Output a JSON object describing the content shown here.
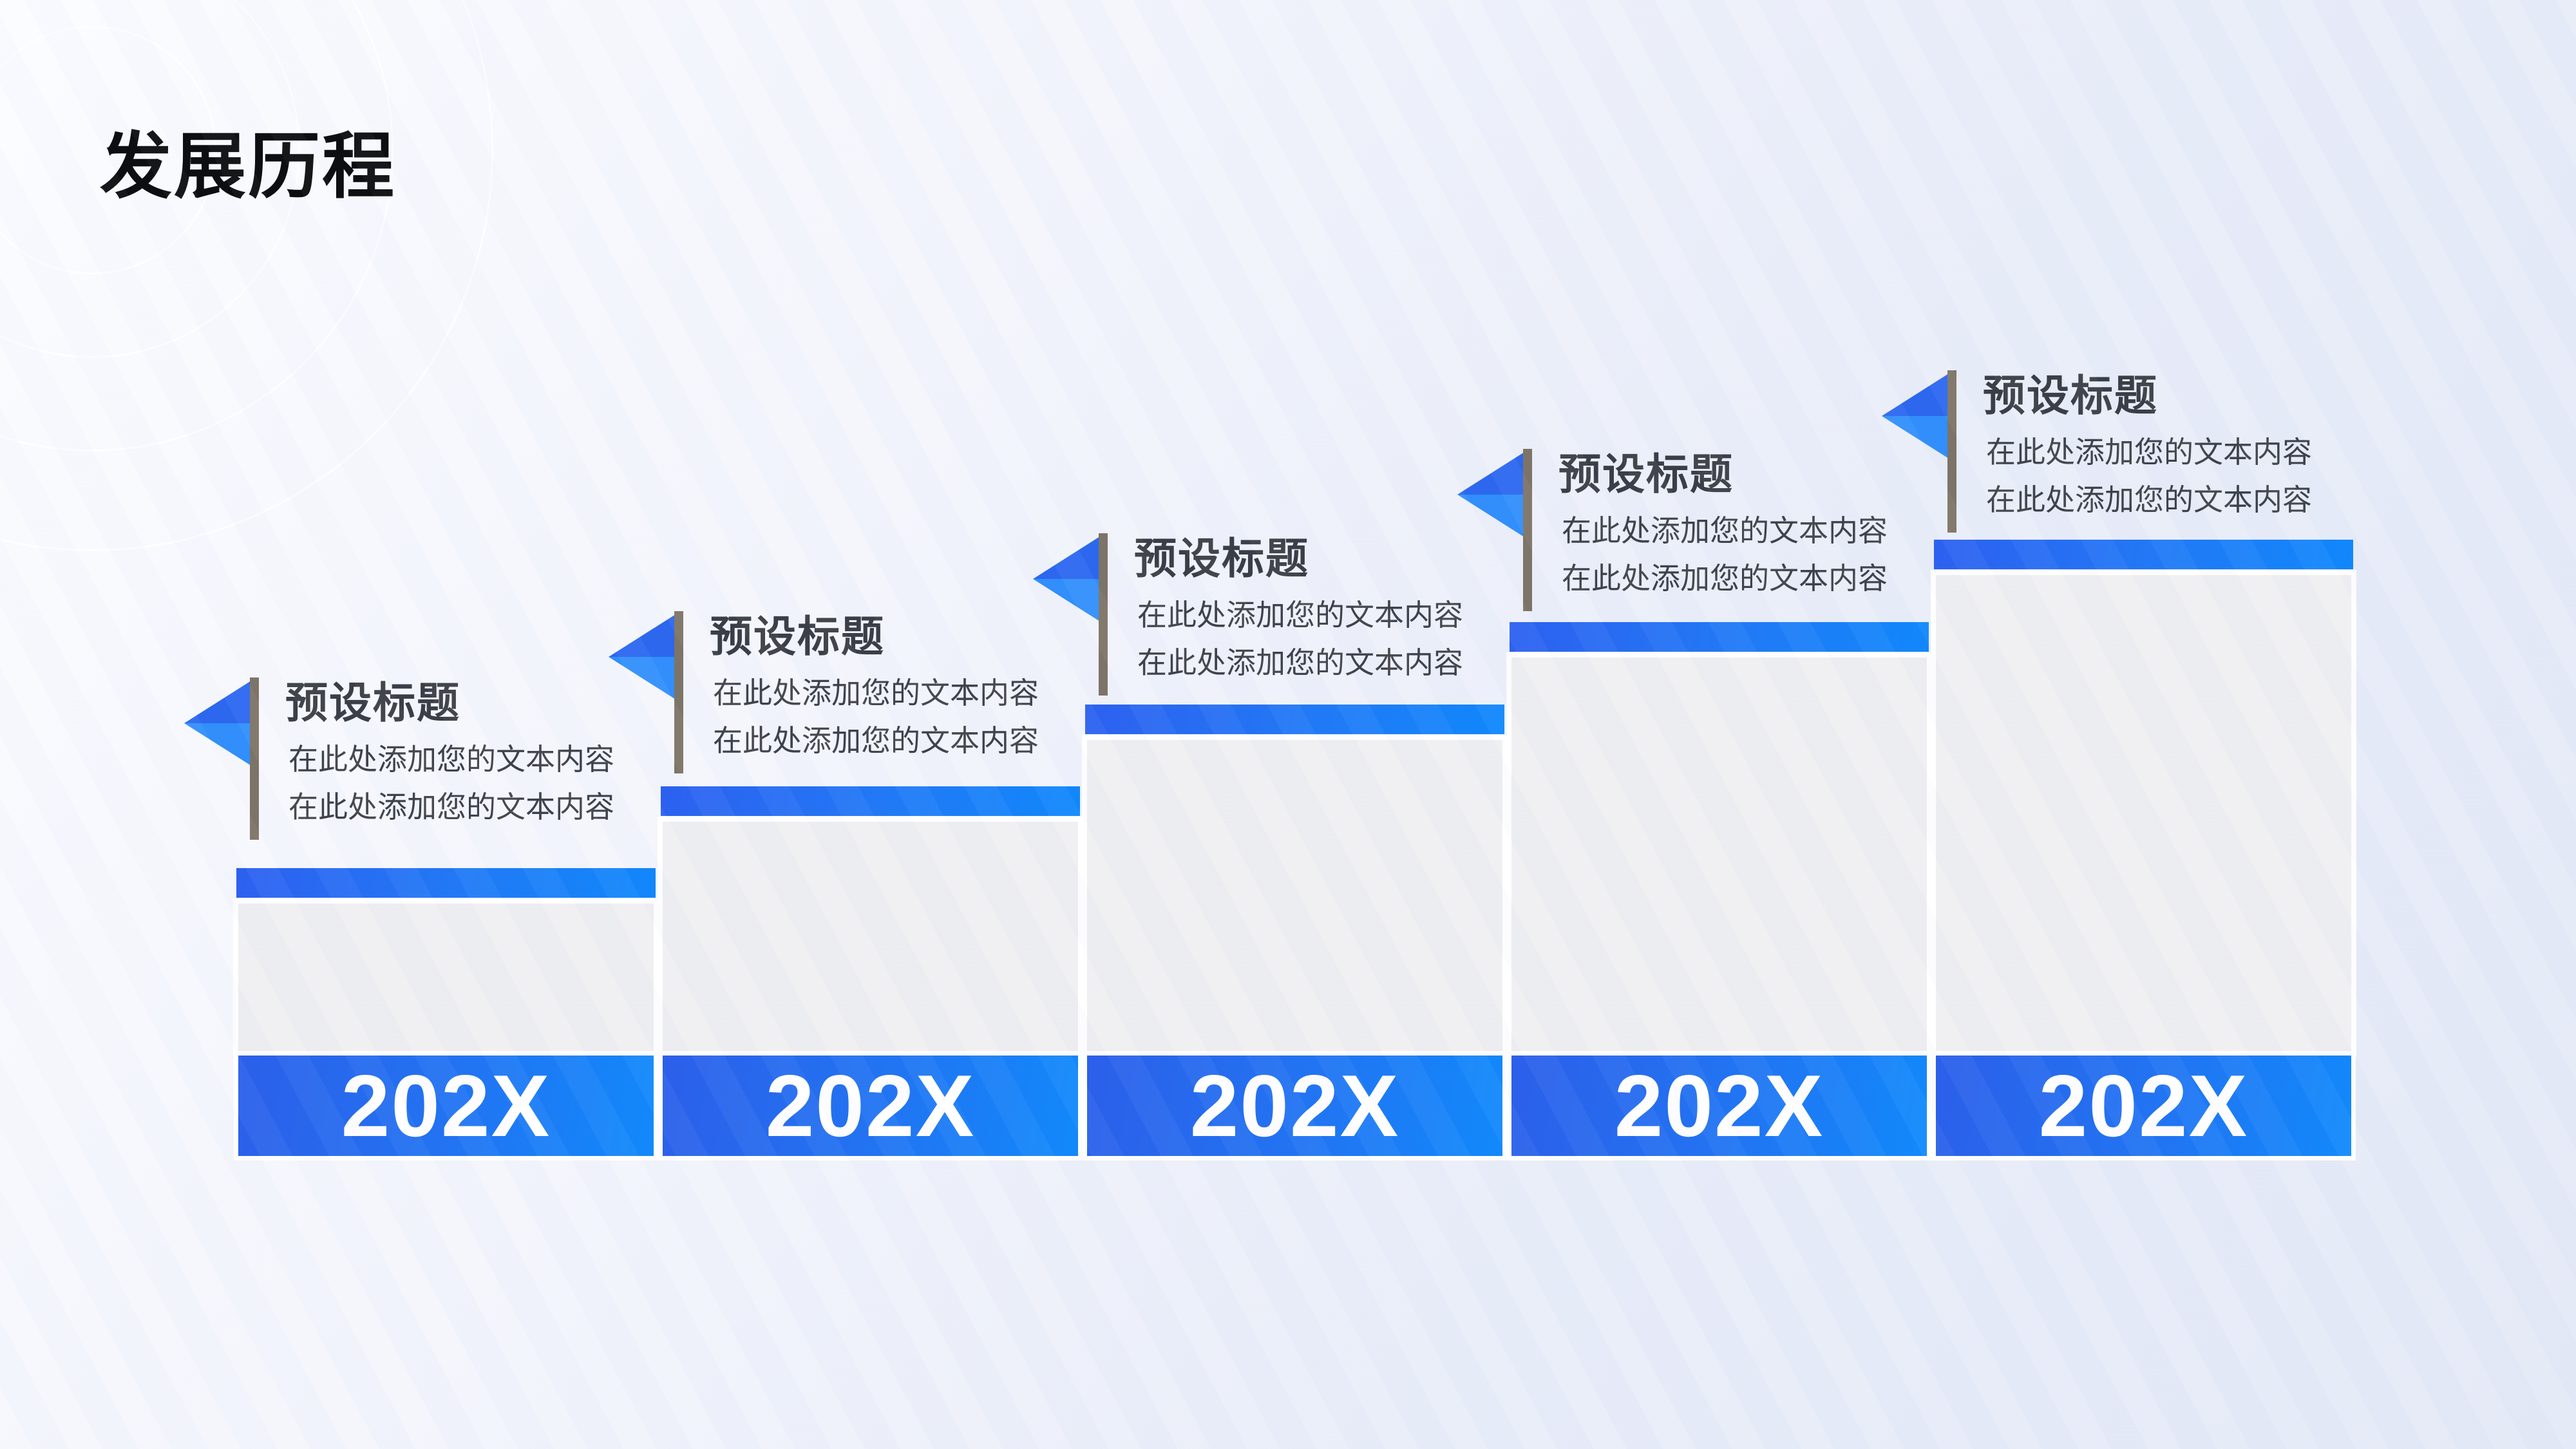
{
  "page": {
    "title": "发展历程"
  },
  "colors": {
    "background_start": "#fbfcff",
    "background_end": "#e4e9f7",
    "band_gradient_start": "#2a5eea",
    "band_gradient_end": "#0f89fc",
    "cap_gradient_start": "#2b5ff0",
    "cap_gradient_end": "#0e87fc",
    "flag_top_blue": "#2a66ef",
    "flag_bottom_blue": "#2f8efb",
    "pole_brown": "#7c7365",
    "panel_gray": "#efeff1",
    "year_text": "#ffffff",
    "heading_text": "#0a0b0d",
    "body_text": "#3c4047"
  },
  "milestones": [
    {
      "year": "202X",
      "title": "预设标题",
      "lines": [
        "在此处添加您的文本内容",
        "在此处添加您的文本内容"
      ]
    },
    {
      "year": "202X",
      "title": "预设标题",
      "lines": [
        "在此处添加您的文本内容",
        "在此处添加您的文本内容"
      ]
    },
    {
      "year": "202X",
      "title": "预设标题",
      "lines": [
        "在此处添加您的文本内容",
        "在此处添加您的文本内容"
      ]
    },
    {
      "year": "202X",
      "title": "预设标题",
      "lines": [
        "在此处添加您的文本内容",
        "在此处添加您的文本内容"
      ]
    },
    {
      "year": "202X",
      "title": "预设标题",
      "lines": [
        "在此处添加您的文本内容",
        "在此处添加您的文本内容"
      ]
    }
  ]
}
